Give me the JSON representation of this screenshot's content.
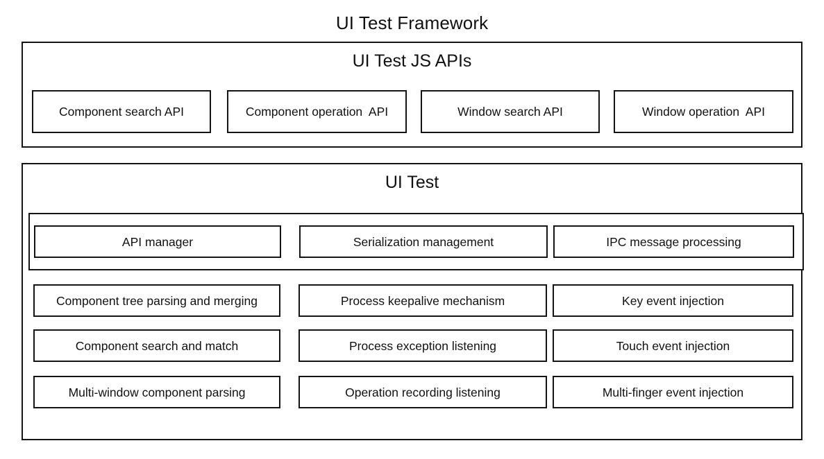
{
  "diagram": {
    "title": "UI Test Framework",
    "sections": [
      {
        "id": "ui-test-js-apis",
        "title": "UI Test JS APIs",
        "boxes": [
          {
            "label": "Component search API"
          },
          {
            "label": "Component operation  API"
          },
          {
            "label": "Window search API"
          },
          {
            "label": "Window operation  API"
          }
        ]
      },
      {
        "id": "ui-test",
        "title": "UI Test",
        "group": {
          "boxes": [
            {
              "label": "API manager"
            },
            {
              "label": "Serialization management"
            },
            {
              "label": "IPC message processing"
            }
          ]
        },
        "rows": [
          {
            "boxes": [
              {
                "label": "Component tree parsing and merging"
              },
              {
                "label": "Process keepalive mechanism"
              },
              {
                "label": "Key event injection"
              }
            ]
          },
          {
            "boxes": [
              {
                "label": "Component search and match"
              },
              {
                "label": "Process exception listening"
              },
              {
                "label": "Touch event injection"
              }
            ]
          },
          {
            "boxes": [
              {
                "label": "Multi-window component parsing"
              },
              {
                "label": "Operation recording listening"
              },
              {
                "label": "Multi-finger event injection"
              }
            ]
          }
        ]
      }
    ]
  },
  "colors": {
    "background": "#ffffff",
    "border": "#141414",
    "text": "#111111"
  }
}
